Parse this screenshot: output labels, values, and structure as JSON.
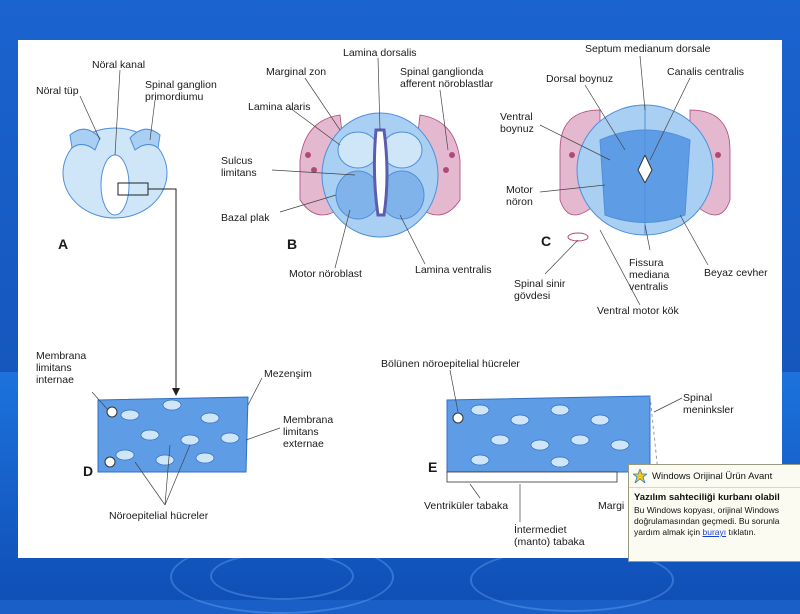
{
  "panels": {
    "a": "A",
    "b": "B",
    "c": "C",
    "d": "D",
    "e": "E"
  },
  "labels": {
    "noral_kanal": "Nöral kanal",
    "noral_tup": "Nöral tüp",
    "spinal_ganglion": "Spinal ganglion",
    "primordiumu": "primordiumu",
    "lamina_dorsalis": "Lamina dorsalis",
    "marginal_zon": "Marginal zon",
    "spinal_ganglionda": "Spinal ganglionda",
    "afferent": "afferent nöroblastlar",
    "lamina_alaris": "Lamina alaris",
    "sulcus": "Sulcus",
    "limitans": "limitans",
    "bazal_plak": "Bazal plak",
    "motor_noroblast": "Motor nöroblast",
    "lamina_ventralis": "Lamina ventralis",
    "septum": "Septum medianum dorsale",
    "dorsal_boynuz": "Dorsal boynuz",
    "canalis": "Canalis centralis",
    "ventral": "Ventral",
    "boynuz": "boynuz",
    "motor": "Motor",
    "noron": "nöron",
    "spinal_sinir": "Spinal sinir",
    "govdesi": "gövdesi",
    "fissura": "Fissura",
    "mediana": "mediana",
    "ventralis": "ventralis",
    "beyaz_cevher": "Beyaz cevher",
    "ventral_motor_kok": "Ventral motor kök",
    "membrana": "Membrana",
    "limitans2": "limitans",
    "internae": "internae",
    "mezensim": "Mezenşim",
    "membrana2": "Membrana",
    "limitans3": "limitans",
    "externae": "externae",
    "noroepitelial": "Nöroepitelial hücreler",
    "bolunen": "Bölünen nöroepitelial hücreler",
    "spinal_men": "Spinal",
    "meninksler": "meninksler",
    "ventrikuler": "Ventriküler tabaka",
    "marg": "Margi",
    "intermediet": "İntermediet",
    "manto": "(manto) tabaka"
  },
  "popup": {
    "title": "Windows Orijinal Ürün Avant",
    "heading": "Yazılım sahteciliği kurbanı olabil",
    "line1": "Bu Windows kopyası, orijinal Windows",
    "line2": "doğrulamasından geçmedi. Bu sorunla",
    "line3_pre": "yardım almak için ",
    "line3_link": "burayı",
    "line3_post": " tıklatın."
  },
  "colors": {
    "tissue": "#a9cff2",
    "tissue_dark": "#4f8fdc",
    "nerve": "#e4b8cf",
    "nerve_dark": "#b0487a"
  }
}
